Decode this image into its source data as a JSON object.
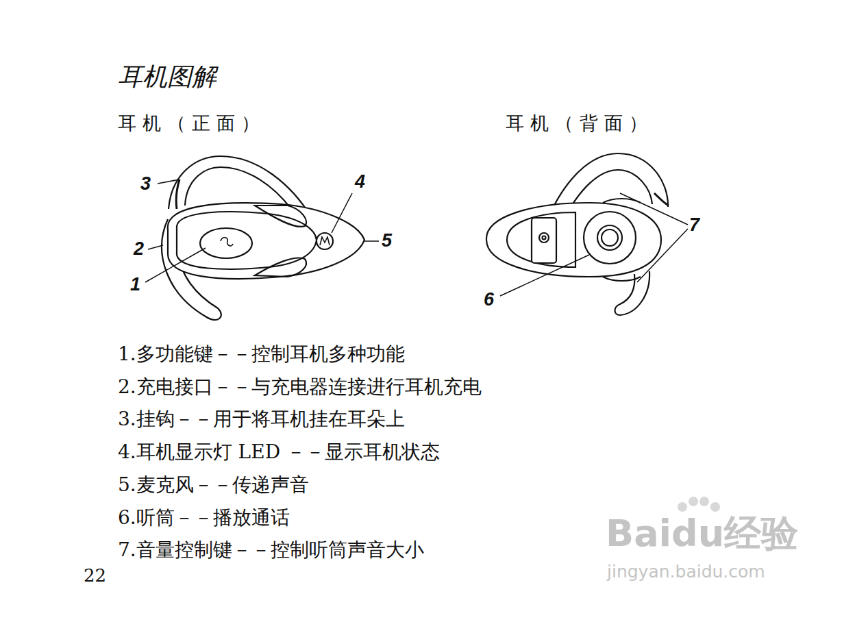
{
  "diagram": {
    "title": "耳机图解",
    "labels": [
      "耳机（正面）",
      "耳机（背面）",
      "3",
      "4",
      "2",
      "5",
      "1",
      "6",
      "7",
      "1.多功能键－－控制耳机多种功能",
      "2.充电接口－－与充电器连接进行耳机充电",
      "3.挂钩－－用于将耳机挂在耳朵上",
      "4.耳机显示灯 LED －－显示耳机状态",
      "5.麦克风－－传递声音",
      "6.听筒－－播放通话",
      "7.音量控制键－－控制听筒声音大小",
      "22",
      "Baidu经验",
      "jingyan.baidu.com"
    ]
  }
}
